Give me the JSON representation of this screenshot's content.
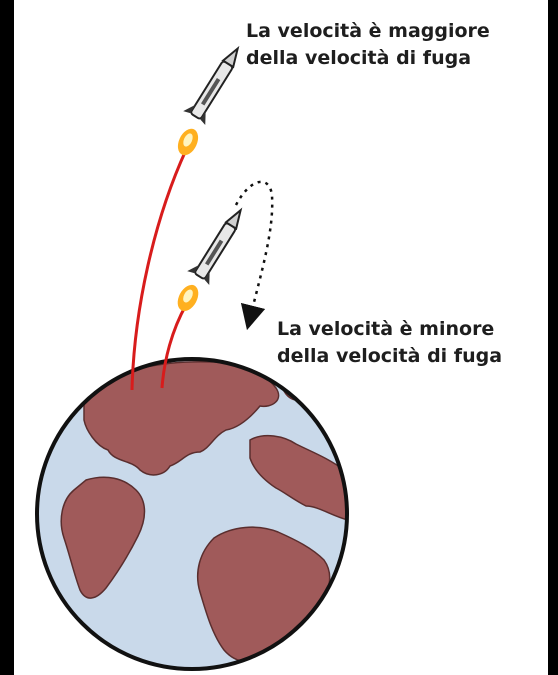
{
  "labels": {
    "high_line1": "La velocità è maggiore",
    "high_line2": "della velocità di fuga",
    "low_line1": "La velocità è minore",
    "low_line2": "della velocità di fuga"
  },
  "colors": {
    "background": "#000000",
    "panel": "#ffffff",
    "ocean": "#c9d9ea",
    "land": "#a05a5a",
    "outline": "#111111",
    "trajectory": "#d81c1c",
    "flame": "#ffb020",
    "text": "#1e1e1e"
  },
  "icons": [
    "rocket-icon",
    "rocket-icon",
    "dotted-arrow-icon"
  ]
}
